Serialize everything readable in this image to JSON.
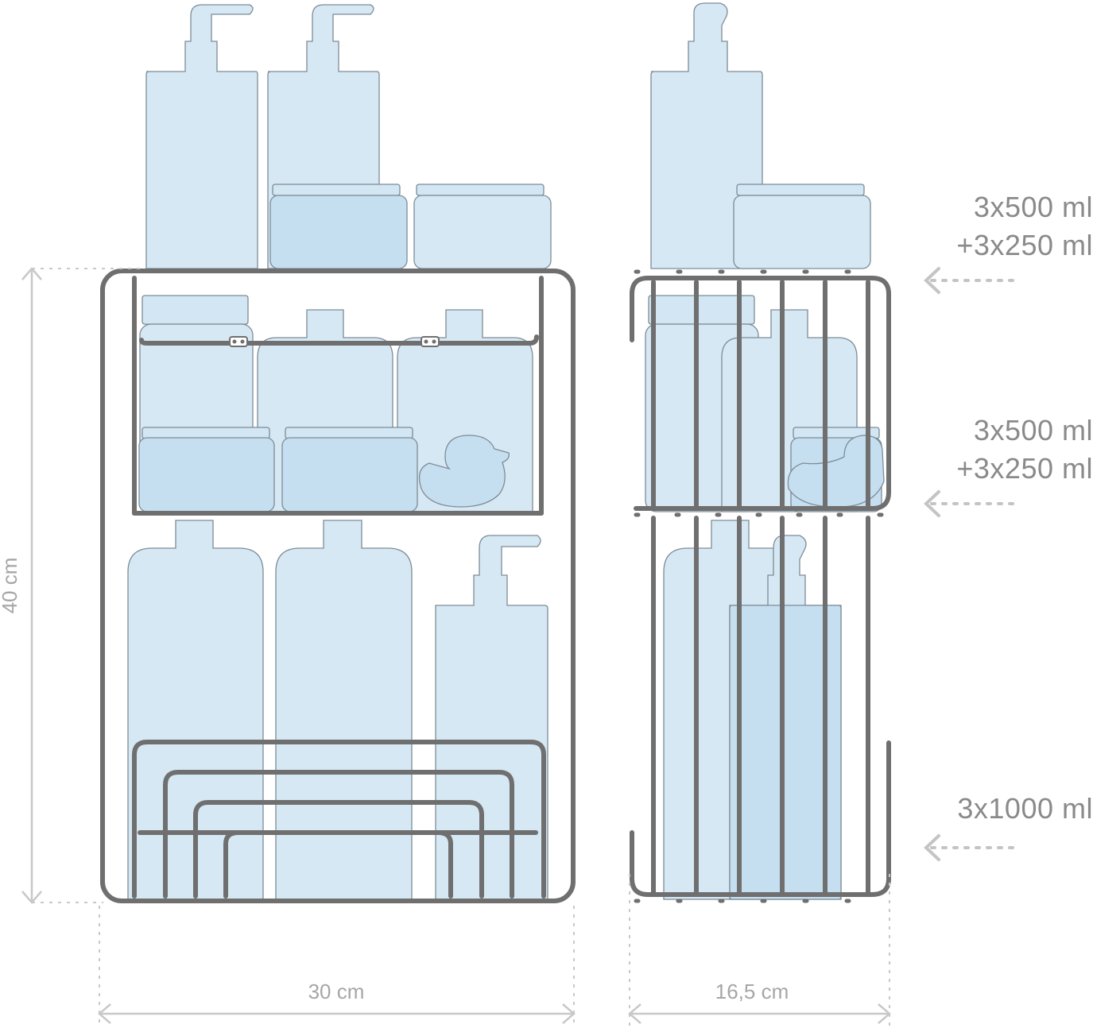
{
  "dimensions": {
    "height_label": "40 cm",
    "width_label": "30 cm",
    "depth_label": "16,5 cm"
  },
  "capacities": [
    {
      "line1": "3x500 ml",
      "line2": "+3x250 ml"
    },
    {
      "line1": "3x500 ml",
      "line2": "+3x250 ml"
    },
    {
      "line1": "3x1000 ml"
    }
  ],
  "colors": {
    "bottle_fill": "#d6e8f4",
    "wire": "#6f6f6f",
    "dimension": "#c8c8c8",
    "text": "#8a8a8a"
  }
}
